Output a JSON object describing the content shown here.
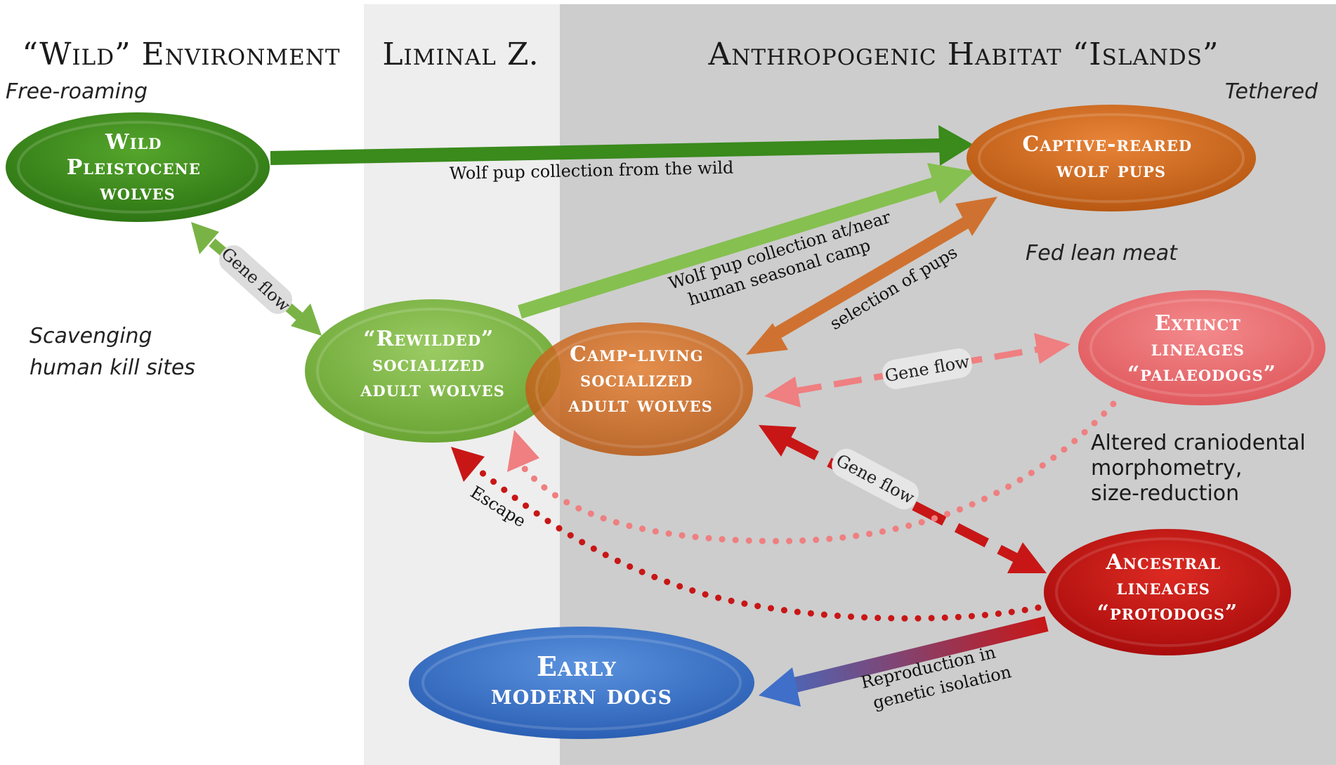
{
  "zones": {
    "wild": {
      "title": "“Wild” Environment",
      "note": "Free-roaming"
    },
    "liminal": {
      "title": "Liminal Z."
    },
    "anthropogenic": {
      "title": "Anthropogenic Habitat “Islands”",
      "note": "Tethered"
    }
  },
  "notes": {
    "scavenging": [
      "Scavenging",
      "human kill sites"
    ],
    "fed_lean_meat": "Fed lean meat",
    "altered_morphometry": [
      "Altered craniodental",
      "morphometry,",
      "size-reduction"
    ]
  },
  "nodes": {
    "wild_wolves": [
      "Wild",
      "Pleistocene",
      "wolves"
    ],
    "captive_pups": [
      "Captive-reared",
      "wolf pups"
    ],
    "rewilded": [
      "“Rewilded”",
      "socialized",
      "adult wolves"
    ],
    "camp_living": [
      "Camp-living",
      "socialized",
      "adult wolves"
    ],
    "extinct": [
      "Extinct",
      "lineages",
      "“palaeodogs”"
    ],
    "ancestral": [
      "Ancestral",
      "lineages",
      "“protodogs”"
    ],
    "early_modern": [
      "Early",
      "modern dogs"
    ]
  },
  "arrows": {
    "pup_collection_wild": "Wolf pup collection from the wild",
    "pup_collection_camp": [
      "Wolf pup collection at/near",
      "human seasonal camp"
    ],
    "selection_of_pups": "selection of pups",
    "gene_flow_wild": "Gene flow",
    "gene_flow_extinct": "Gene flow",
    "gene_flow_ancestral": "Gene flow",
    "escape": "Escape",
    "reproduction": [
      "Reproduction in",
      "genetic isolation"
    ]
  },
  "colors": {
    "wild_green": "#3f8f1f",
    "light_green": "#7fb84a",
    "orange": "#d8701f",
    "pink": "#ec6a6e",
    "red": "#c81616",
    "blue": "#3f78cc",
    "liminal_bg": "#eeeeee",
    "anthro_bg": "#cdcdcd"
  }
}
